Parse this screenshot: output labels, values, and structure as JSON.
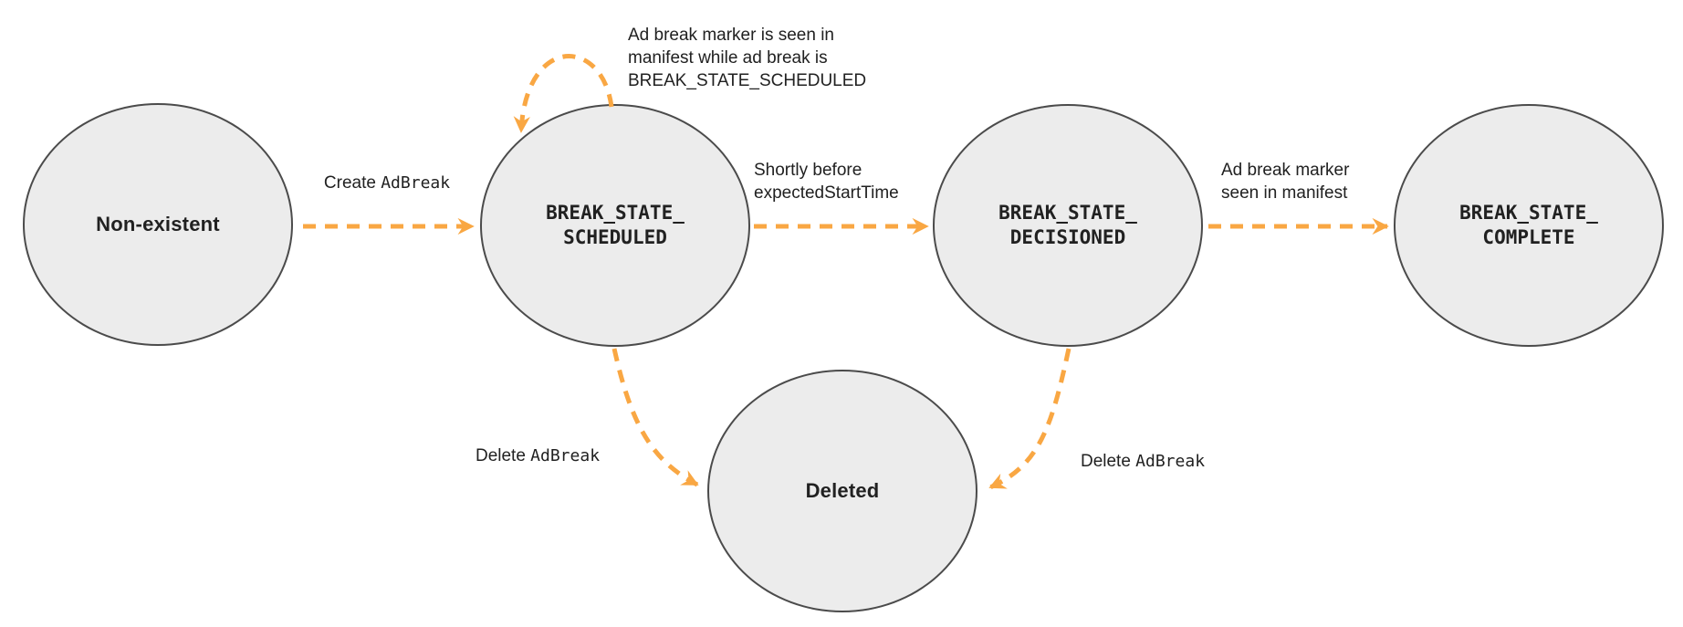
{
  "colors": {
    "arrow": "#F9A743",
    "node_fill": "#ECECEC",
    "node_stroke": "#4B4B4B",
    "text": "#212121"
  },
  "nodes": {
    "non_existent": {
      "label": "Non-existent"
    },
    "scheduled": {
      "line1": "BREAK_STATE_",
      "line2": "SCHEDULED"
    },
    "decisioned": {
      "line1": "BREAK_STATE_",
      "line2": "DECISIONED"
    },
    "complete": {
      "line1": "BREAK_STATE_",
      "line2": "COMPLETE"
    },
    "deleted": {
      "label": "Deleted"
    }
  },
  "edges": {
    "create": {
      "prefix": "Create ",
      "code": "AdBreak"
    },
    "self_loop": {
      "line1": "Ad break marker is seen in",
      "line2": "manifest while ad break is",
      "code": "BREAK_STATE_SCHEDULED"
    },
    "to_decisioned": {
      "line1": "Shortly before",
      "code": "expectedStartTime"
    },
    "to_complete": {
      "line1": "Ad break marker",
      "line2": "seen in manifest"
    },
    "delete_from_scheduled": {
      "prefix": "Delete ",
      "code": "AdBreak"
    },
    "delete_from_decisioned": {
      "prefix": "Delete ",
      "code": "AdBreak"
    }
  }
}
